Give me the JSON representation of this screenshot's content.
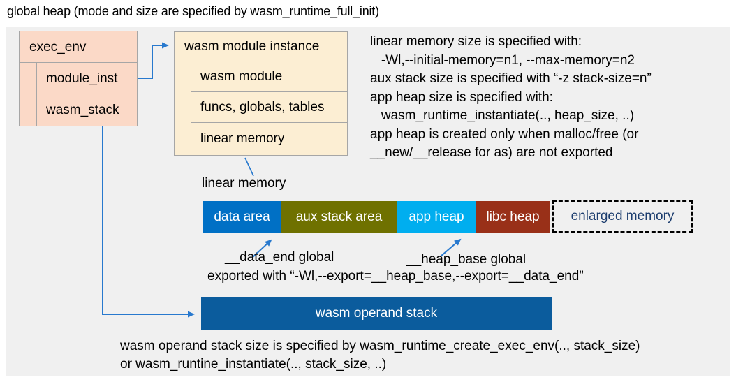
{
  "title": "global heap (mode and size are specified by wasm_runtime_full_init)",
  "colors": {
    "panel_bg": "#F0F0F0",
    "peach_fill": "#FBD9C7",
    "cream_fill": "#FCEED3",
    "box_border": "#A6A6A6",
    "arrow_blue": "#2879CE",
    "data_area": "#0070C5",
    "aux_stack_area": "#6F7100",
    "app_heap": "#00AEEF",
    "libc_heap": "#993018",
    "operand_stack": "#0B5C9D",
    "enlarged_memory_text": "#1C3D6E"
  },
  "exec_env": {
    "header": "exec_env",
    "rows": [
      {
        "label": "module_inst"
      },
      {
        "label": "wasm_stack"
      }
    ]
  },
  "module_instance": {
    "header": "wasm module instance",
    "rows": [
      {
        "label": "wasm module"
      },
      {
        "label": "funcs, globals, tables"
      },
      {
        "label": "linear memory"
      }
    ]
  },
  "notes_right": {
    "lines": [
      "linear memory size is specified with:",
      "   -Wl,--initial-memory=n1, --max-memory=n2",
      "aux stack size is specified with “-z stack-size=n”",
      "app heap size is specified with:",
      "   wasm_runtime_instantiate(.., heap_size, ..)",
      "app heap is created only when malloc/free (or",
      "__new/__release for as) are not exported"
    ]
  },
  "linear_memory": {
    "label": "linear memory",
    "segments": [
      {
        "label": "data area"
      },
      {
        "label": "aux stack area"
      },
      {
        "label": "app heap"
      },
      {
        "label": "libc heap"
      }
    ],
    "enlarged": {
      "label": "enlarged memory"
    }
  },
  "annotations": {
    "data_end": "__data_end global",
    "heap_base": "__heap_base global",
    "export_line": "exported with “-Wl,--export=__heap_base,--export=__data_end”"
  },
  "operand_stack": {
    "label": "wasm operand stack"
  },
  "footnote": {
    "lines": [
      "wasm operand stack size is specified by wasm_runtime_create_exec_env(.., stack_size)",
      "or wasm_runtine_instantiate(.., stack_size, ..)"
    ]
  }
}
